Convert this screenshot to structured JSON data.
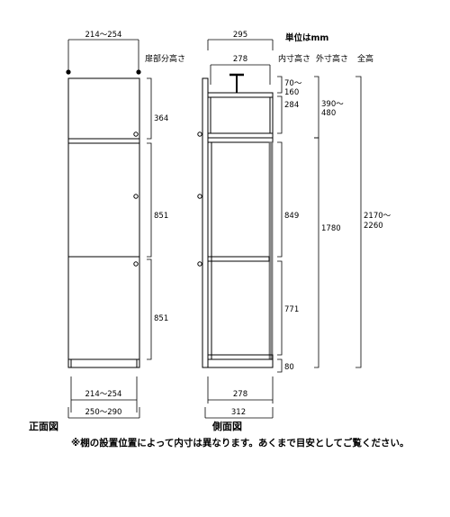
{
  "header": {
    "unit": "単位はmm",
    "inner_height": "内寸高さ",
    "outer_height": "外寸高さ",
    "total_height": "全高",
    "door_height": "扉部分高さ"
  },
  "front": {
    "top_width": "214～254",
    "bottom_inner_width": "214～254",
    "bottom_outer_width": "250～290",
    "door_top": "364",
    "door_mid": "851",
    "door_bottom": "851",
    "caption": "正面図"
  },
  "side": {
    "top_depth": "295",
    "inner_depth": "278",
    "bottom_inner_depth": "278",
    "bottom_outer_depth": "312",
    "caption": "側面図",
    "inner": {
      "gap_line1": "70～",
      "gap_line2": "160",
      "top_box": "284",
      "mid": "849",
      "lower": "771",
      "base": "80"
    },
    "outer": {
      "top_line1": "390～",
      "top_line2": "480",
      "body": "1780"
    },
    "total": {
      "line1": "2170～",
      "line2": "2260"
    }
  },
  "note": "※棚の設置位置によって内寸は異なります。あくまで目安としてご覧ください。"
}
